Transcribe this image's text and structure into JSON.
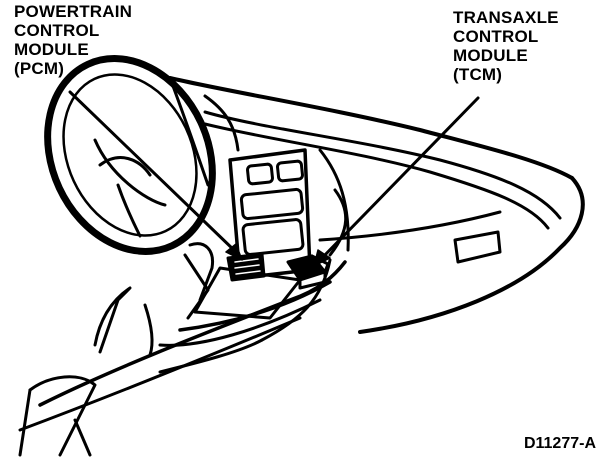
{
  "labels": {
    "pcm": {
      "line1": "POWERTRAIN",
      "line2": "CONTROL",
      "line3": "MODULE",
      "line4": "(PCM)"
    },
    "tcm": {
      "line1": "TRANSAXLE",
      "line2": "CONTROL",
      "line3": "MODULE",
      "line4": "(TCM)"
    }
  },
  "figure_id": "D11277-A",
  "colors": {
    "ink": "#000000",
    "paper": "#ffffff"
  }
}
